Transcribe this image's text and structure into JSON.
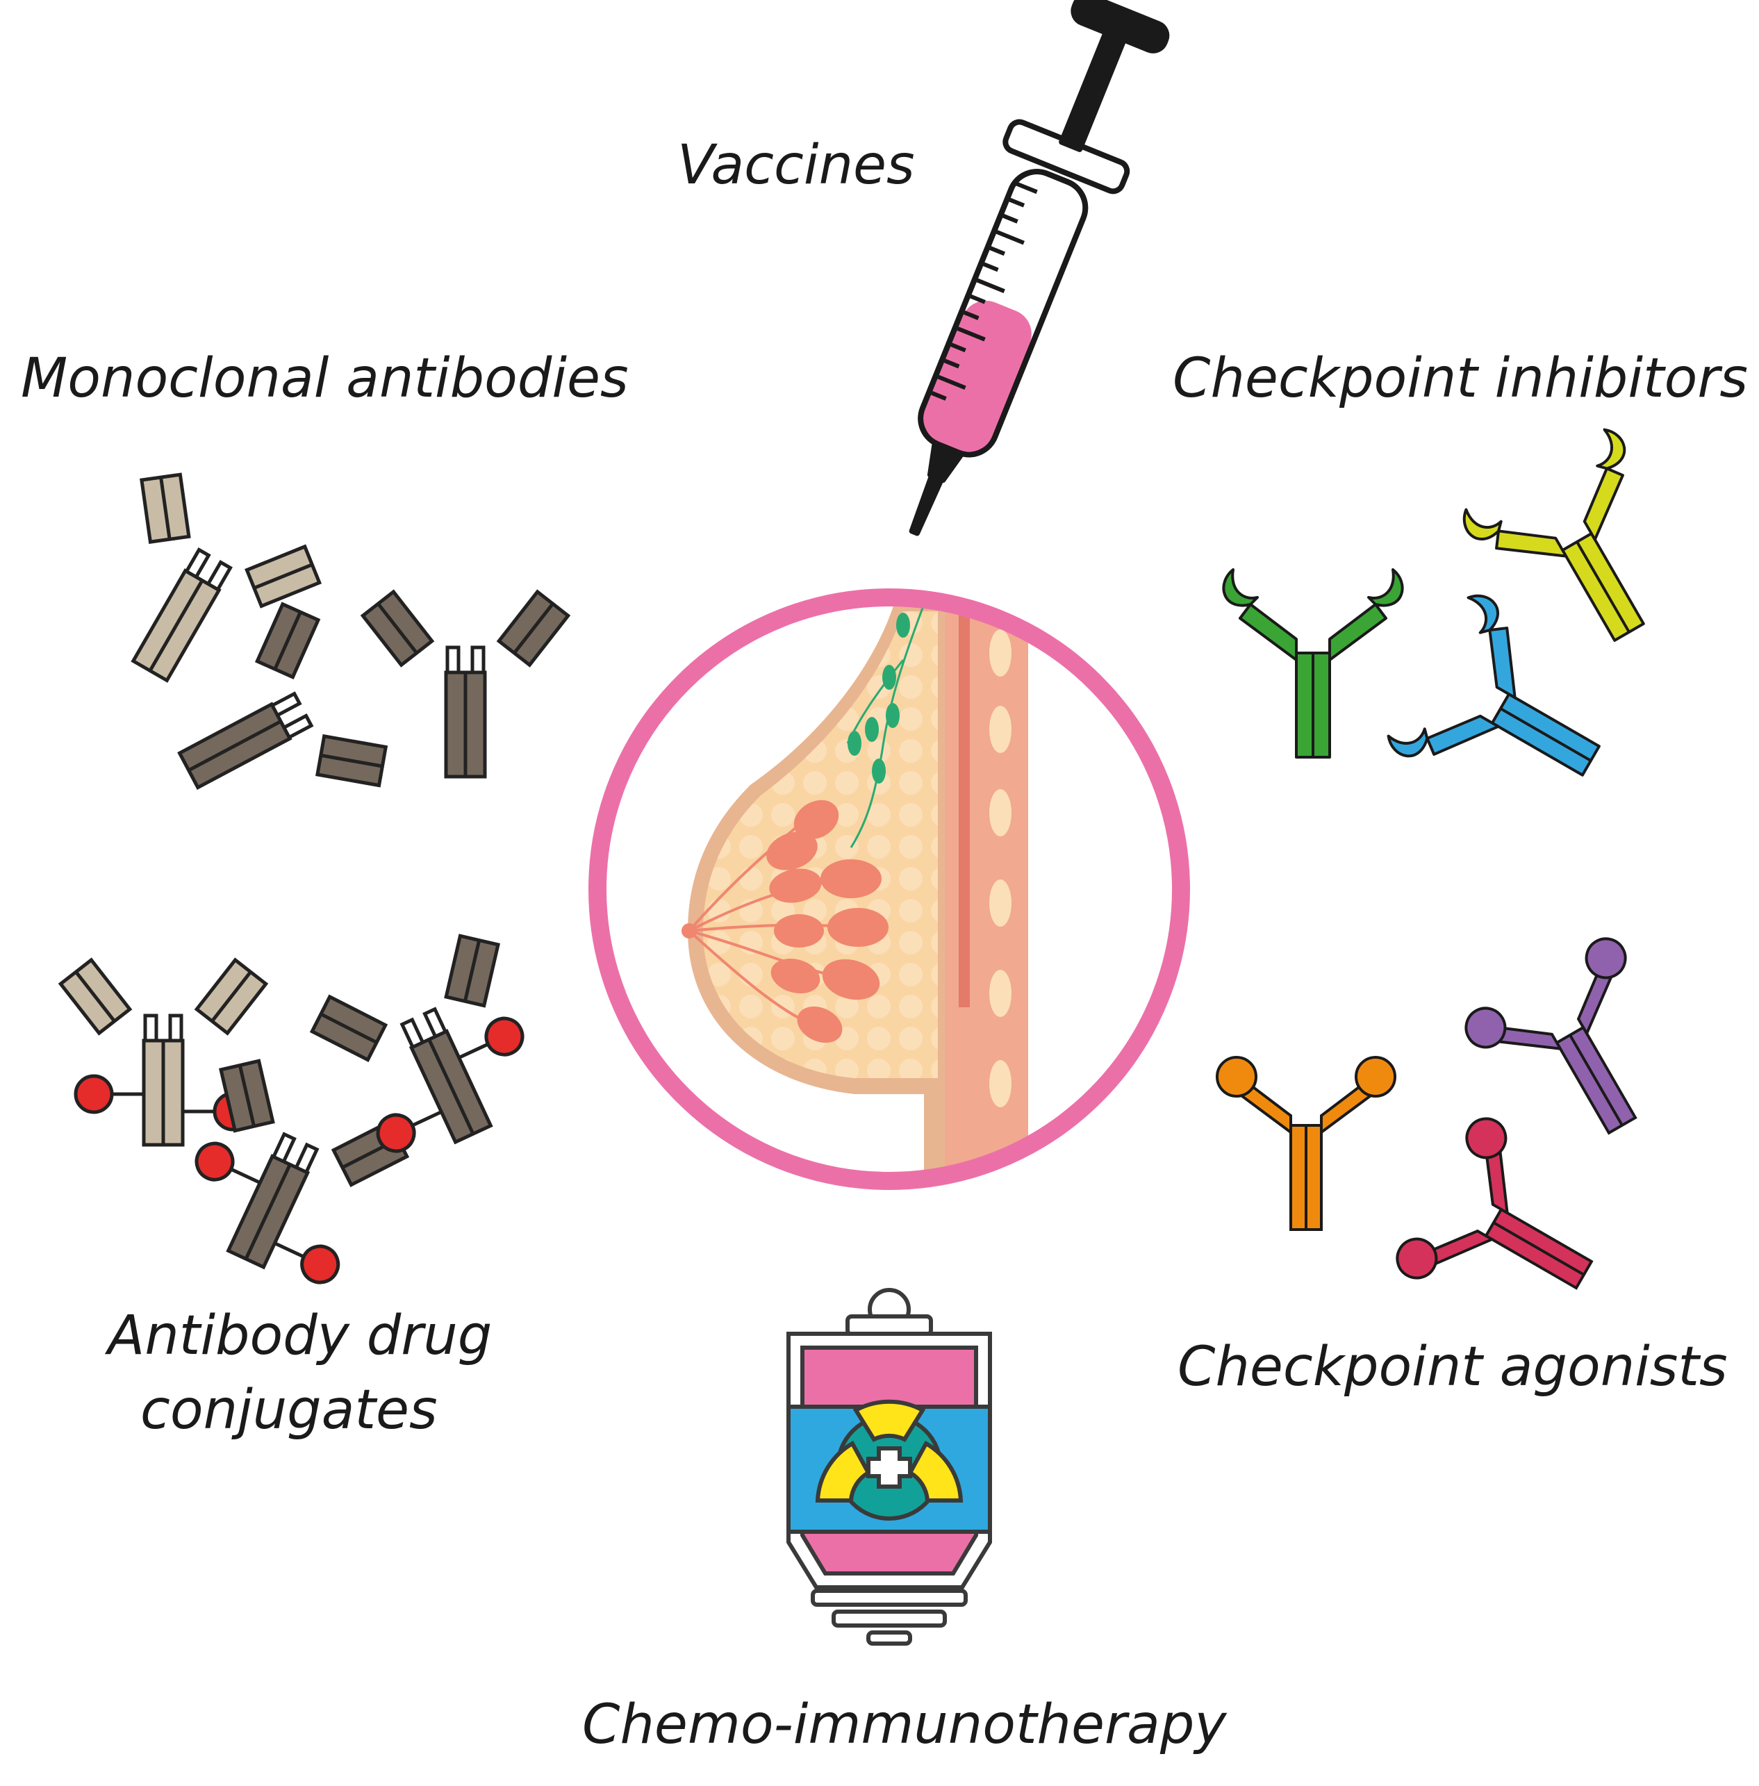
{
  "labels": {
    "vaccines": "Vaccines",
    "monoclonal": "Monoclonal antibodies",
    "checkpoint_inhibitors": "Checkpoint inhibitors",
    "adc_line1": "Antibody drug",
    "adc_line2": "conjugates",
    "checkpoint_agonists": "Checkpoint agonists",
    "chemo": "Chemo-immunotherapy"
  },
  "colors": {
    "ring": "#ec70a8",
    "vaccine_fill": "#ec70a8",
    "mab_light": "#c9bca6",
    "mab_dark": "#75695e",
    "drug_payload": "#e52c2a",
    "inhibitor_green": "#3aa535",
    "inhibitor_yellow": "#d6da1d",
    "inhibitor_blue": "#34a6de",
    "agonist_orange": "#f08a0f",
    "agonist_purple": "#9062ad",
    "agonist_crimson": "#d4325a",
    "iv_pink": "#ec70a8",
    "iv_blue": "#2ea8df",
    "iv_yellow": "#ffe419",
    "iv_teal": "#12a199",
    "breast_skin": "#f9d5a3",
    "breast_tissue": "#f0866f",
    "lymph": "#2aaa72"
  },
  "icons": {
    "vaccine": "syringe-icon",
    "monoclonal": "antibody-icon",
    "adc": "antibody-drug-conjugate-icon",
    "inhibitor": "checkpoint-inhibitor-antibody-icon",
    "agonist": "checkpoint-agonist-antibody-icon",
    "chemo": "iv-bag-icon",
    "center": "breast-anatomy-icon"
  }
}
